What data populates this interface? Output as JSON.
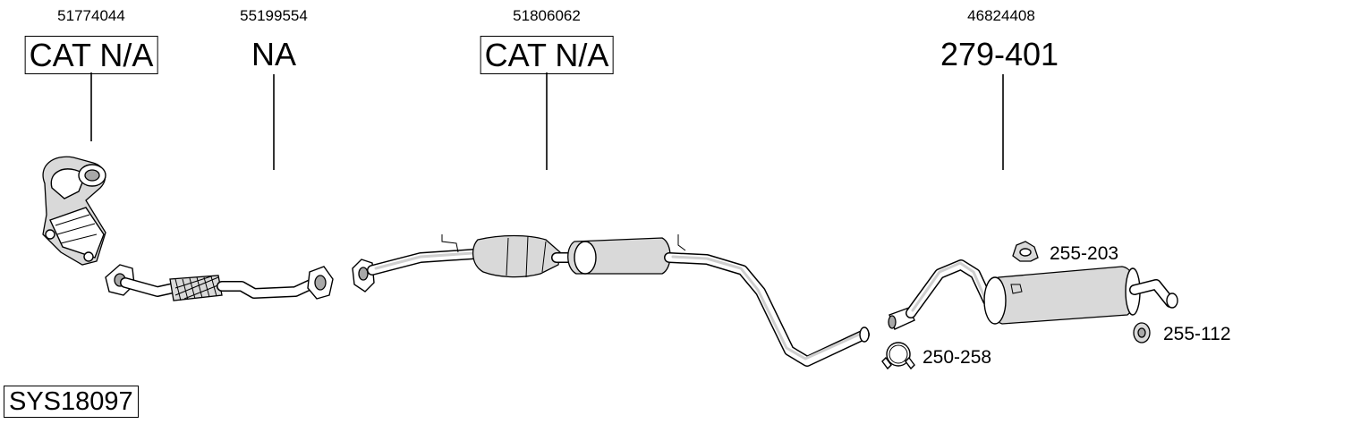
{
  "parts": [
    {
      "oem": "51774044",
      "label": "CAT N/A",
      "boxed": true
    },
    {
      "oem": "55199554",
      "label": "NA",
      "boxed": false
    },
    {
      "oem": "51806062",
      "label": "CAT N/A",
      "boxed": true
    },
    {
      "oem": "46824408",
      "label": "279-401",
      "boxed": false
    }
  ],
  "accessories": [
    {
      "code": "255-203",
      "icon": "rubber-hanger-icon"
    },
    {
      "code": "250-258",
      "icon": "pipe-clamp-icon"
    },
    {
      "code": "255-112",
      "icon": "rubber-ring-icon"
    }
  ],
  "system_id": "SYS18097"
}
